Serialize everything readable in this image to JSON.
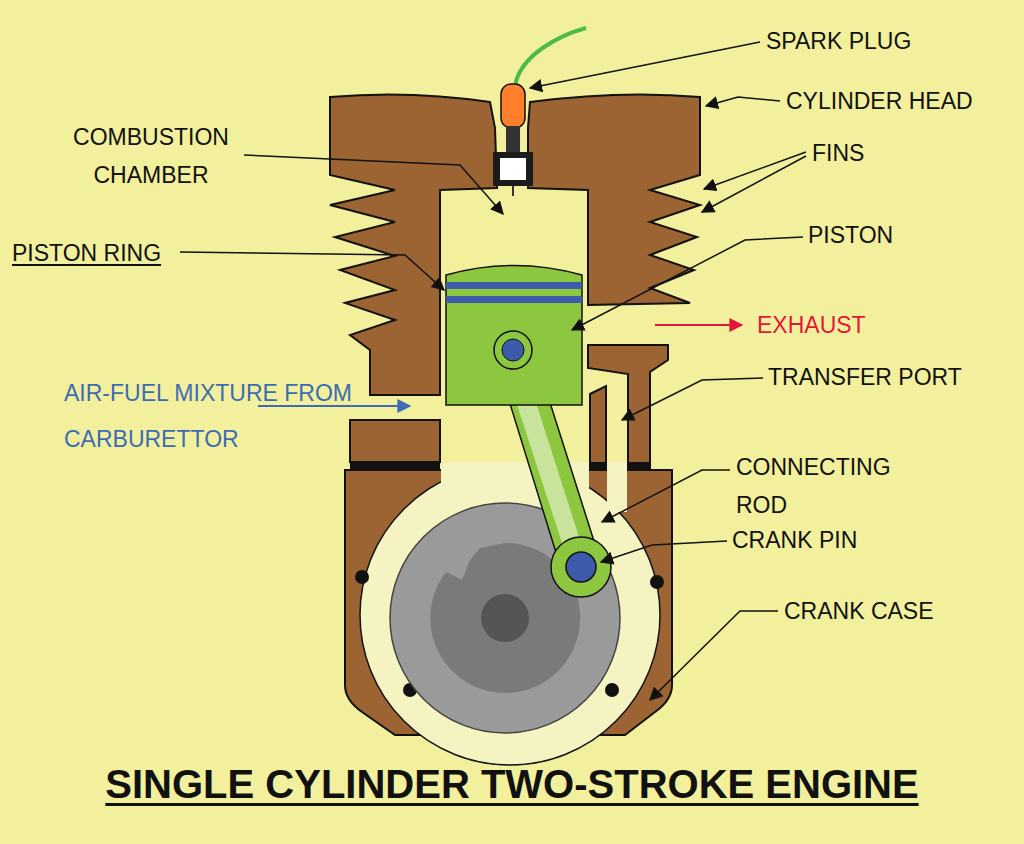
{
  "diagram": {
    "title": "SINGLE CYLINDER TWO-STROKE ENGINE",
    "labels": [
      "SPARK PLUG",
      "CYLINDER HEAD",
      "COMBUSTION CHAMBER",
      "FINS",
      "PISTON",
      "PISTON RING",
      "EXHAUST",
      "AIR-FUEL MIXTURE FROM CARBURETTOR",
      "TRANSFER PORT",
      "CONNECTING ROD",
      "CRANK PIN",
      "CRANK CASE"
    ]
  }
}
